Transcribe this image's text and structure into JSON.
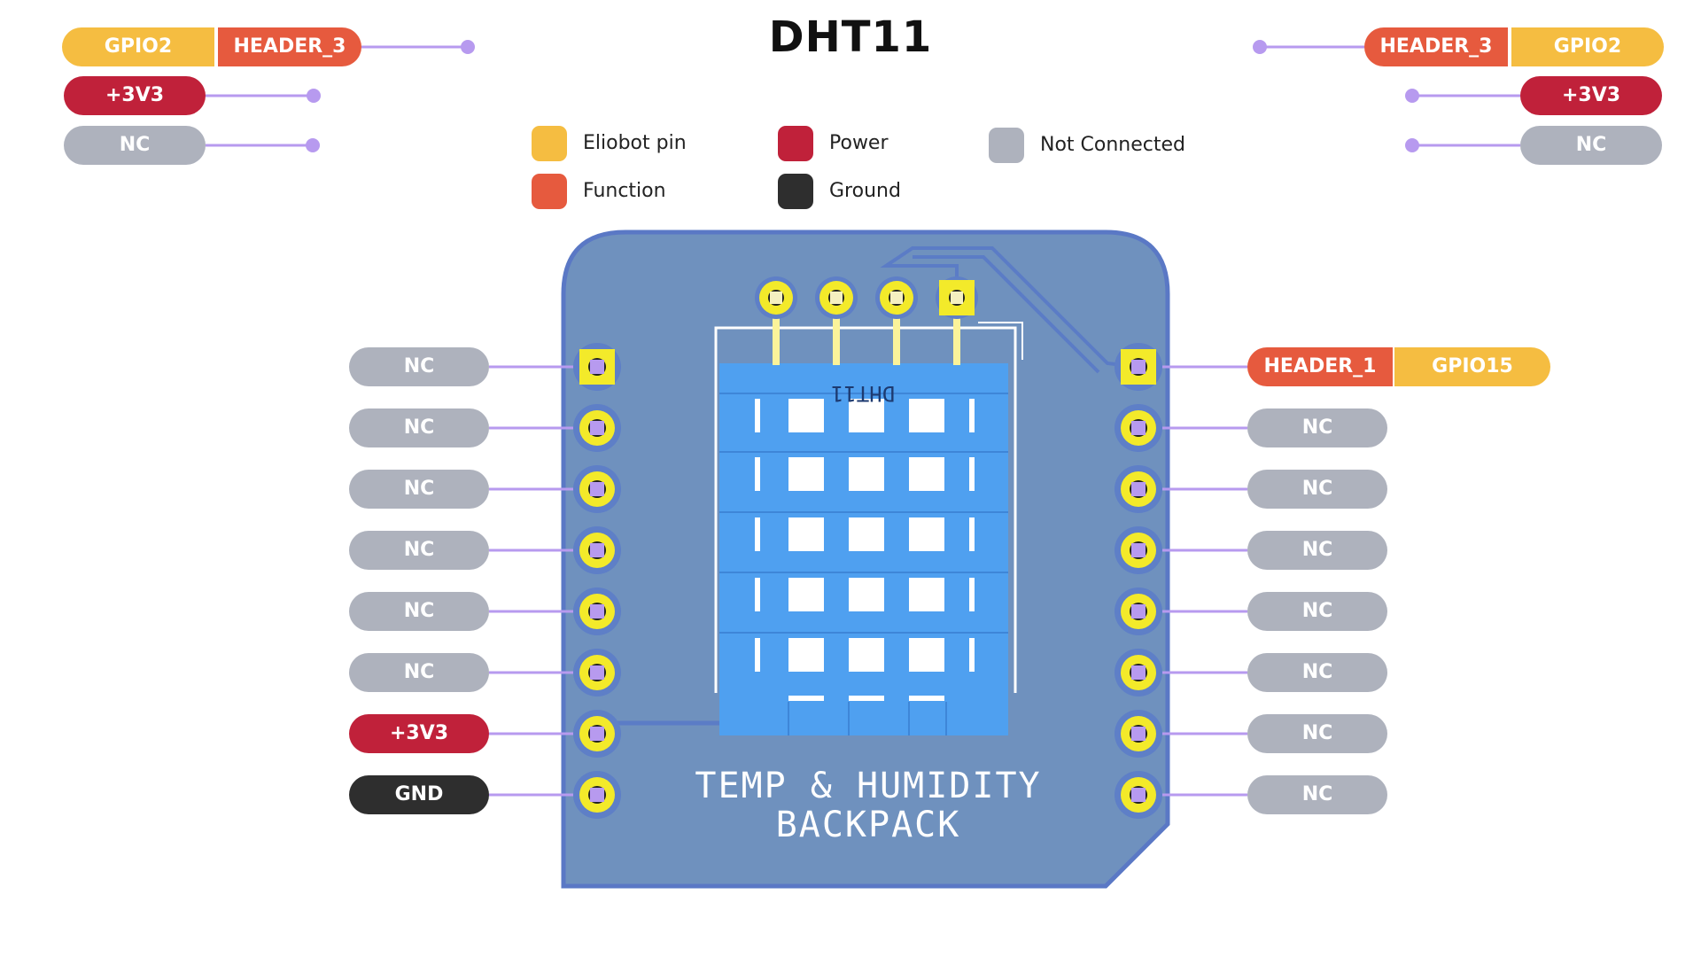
{
  "title": "DHT11",
  "colors": {
    "eliobot_pin": "#F5BD41",
    "function": "#E65A3E",
    "power": "#C0213A",
    "ground": "#2E2E2E",
    "not_connected": "#AEB2BD",
    "board": "#6F91BE",
    "board_border": "#5A78C5",
    "sensor": "#4FA0F0",
    "pad": "#F3EA2A",
    "wire": "#B79AEF"
  },
  "legend": [
    {
      "label": "Eliobot pin",
      "color": "#F5BD41"
    },
    {
      "label": "Function",
      "color": "#E65A3E"
    },
    {
      "label": "Power",
      "color": "#C0213A"
    },
    {
      "label": "Ground",
      "color": "#2E2E2E"
    },
    {
      "label": "Not Connected",
      "color": "#AEB2BD"
    }
  ],
  "board": {
    "silkscreen_sensor": "DHT11",
    "silkscreen_line1": "TEMP & HUMIDITY",
    "silkscreen_line2": "BACKPACK"
  },
  "top_left_labels": [
    {
      "pills": [
        {
          "text": "GPIO2",
          "kind": "eliobot_pin"
        },
        {
          "text": "HEADER_3",
          "kind": "function"
        }
      ]
    },
    {
      "pills": [
        {
          "text": "+3V3",
          "kind": "power"
        }
      ]
    },
    {
      "pills": [
        {
          "text": "NC",
          "kind": "not_connected"
        }
      ]
    }
  ],
  "top_right_labels": [
    {
      "pills": [
        {
          "text": "HEADER_3",
          "kind": "function"
        },
        {
          "text": "GPIO2",
          "kind": "eliobot_pin"
        }
      ]
    },
    {
      "pills": [
        {
          "text": "+3V3",
          "kind": "power"
        }
      ]
    },
    {
      "pills": [
        {
          "text": "NC",
          "kind": "not_connected"
        }
      ]
    }
  ],
  "left_pins": [
    {
      "text": "NC",
      "kind": "not_connected"
    },
    {
      "text": "NC",
      "kind": "not_connected"
    },
    {
      "text": "NC",
      "kind": "not_connected"
    },
    {
      "text": "NC",
      "kind": "not_connected"
    },
    {
      "text": "NC",
      "kind": "not_connected"
    },
    {
      "text": "NC",
      "kind": "not_connected"
    },
    {
      "text": "+3V3",
      "kind": "power"
    },
    {
      "text": "GND",
      "kind": "ground"
    }
  ],
  "right_pins": [
    [
      {
        "text": "HEADER_1",
        "kind": "function"
      },
      {
        "text": "GPIO15",
        "kind": "eliobot_pin"
      }
    ],
    [
      {
        "text": "NC",
        "kind": "not_connected"
      }
    ],
    [
      {
        "text": "NC",
        "kind": "not_connected"
      }
    ],
    [
      {
        "text": "NC",
        "kind": "not_connected"
      }
    ],
    [
      {
        "text": "NC",
        "kind": "not_connected"
      }
    ],
    [
      {
        "text": "NC",
        "kind": "not_connected"
      }
    ],
    [
      {
        "text": "NC",
        "kind": "not_connected"
      }
    ],
    [
      {
        "text": "NC",
        "kind": "not_connected"
      }
    ]
  ]
}
